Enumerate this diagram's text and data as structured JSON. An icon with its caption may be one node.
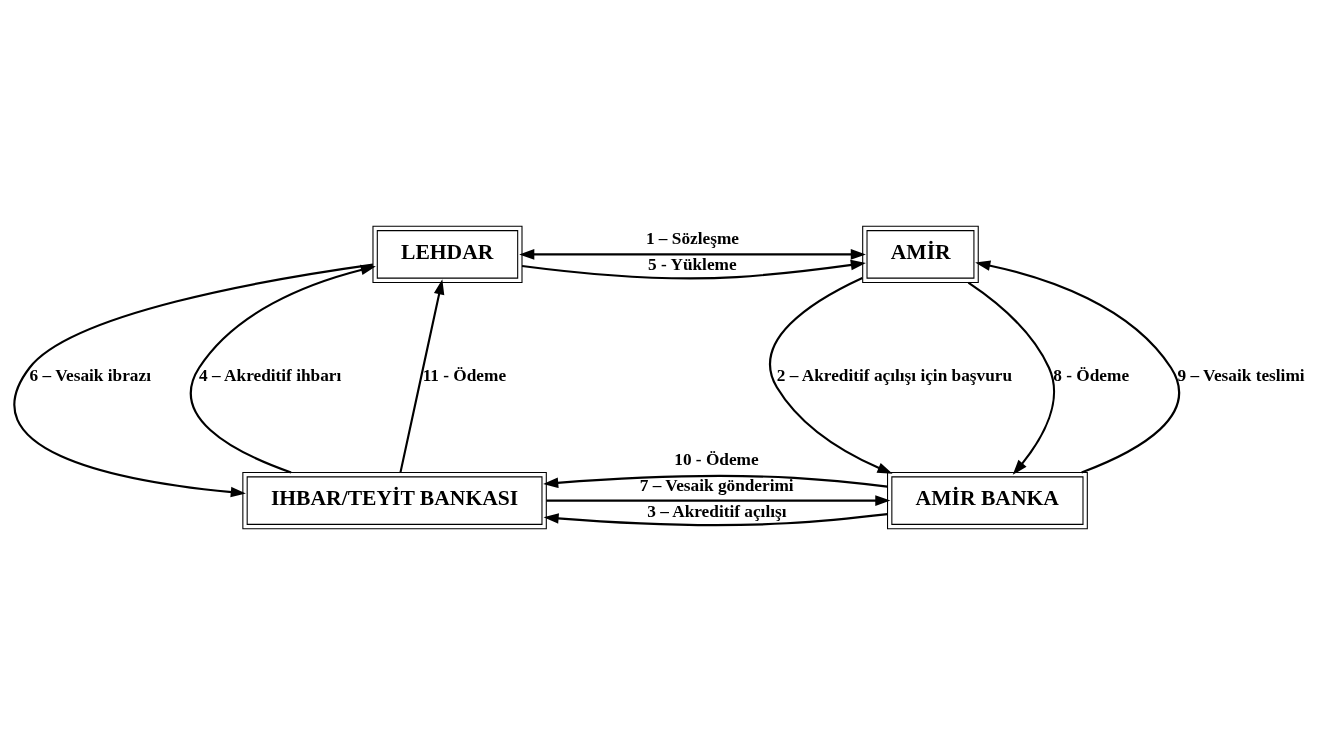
{
  "diagram": {
    "nodes": [
      {
        "text": [
          "LEHDAR"
        ]
      },
      {
        "text": [
          "AMİR"
        ]
      },
      {
        "text": [
          "IHBAR/TEYİT BANKASI"
        ]
      },
      {
        "text": [
          "AMİR BANKA"
        ]
      }
    ],
    "edges": [
      {
        "from": 0,
        "to": 1,
        "arrow": "both",
        "label": "1 – Sözleşme"
      },
      {
        "from": 1,
        "to": 3,
        "arrow": "to",
        "label": "2 – Akreditif açılışı için başvuru"
      },
      {
        "from": 3,
        "to": 2,
        "arrow": "to",
        "label": "3 – Akreditif açılışı"
      },
      {
        "from": 2,
        "to": 0,
        "arrow": "to",
        "label": "4 – Akreditif ihbarı"
      },
      {
        "from": 0,
        "to": 1,
        "arrow": "to",
        "label": "5 - Yükleme"
      },
      {
        "from": 0,
        "to": 2,
        "arrow": "to",
        "label": "6 – Vesaik ibrazı"
      },
      {
        "from": 2,
        "to": 3,
        "arrow": "to",
        "label": "7 – Vesaik gönderimi"
      },
      {
        "from": 1,
        "to": 3,
        "arrow": "to",
        "label": "8 - Ödeme"
      },
      {
        "from": 3,
        "to": 1,
        "arrow": "to",
        "label": "9 – Vesaik teslimi"
      },
      {
        "from": 3,
        "to": 2,
        "arrow": "to",
        "label": "10 - Ödeme"
      },
      {
        "from": 2,
        "to": 0,
        "arrow": "to",
        "label": "11 - Ödeme"
      }
    ]
  }
}
